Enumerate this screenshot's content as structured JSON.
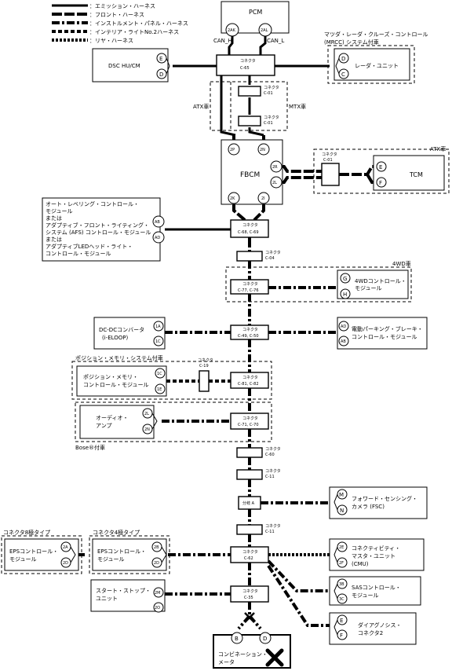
{
  "legend": [
    {
      "style": "w1",
      "label": "：エミッション・ハーネス"
    },
    {
      "style": "w2",
      "label": "：フロント・ハーネス"
    },
    {
      "style": "w3",
      "label": "：インストルメント・パネル・ハーネス"
    },
    {
      "style": "w4",
      "label": "：インテリア・ライトNo.2ハーネス"
    },
    {
      "style": "w5",
      "label": "：リヤ・ハーネス"
    }
  ],
  "joint_label": "コネクタ",
  "pcm": {
    "title": "PCM",
    "pin_left": "2AK",
    "pin_right": "2AL",
    "can_h": "CAN_H",
    "can_l": "CAN_L"
  },
  "c65": "C-65",
  "dsc": {
    "title": "DSC HU/CM",
    "pin1": "E",
    "pin2": "D"
  },
  "mrcc": {
    "note_line1": "マツダ・レーダ・クルーズ・コントロール",
    "note_line2": "(MRCC) システム付車",
    "title": "レーダ・ユニット",
    "pin1": "D",
    "pin2": "C"
  },
  "c01_top": "C-01",
  "c01_bot": "C-01",
  "atx_label": "ATX車",
  "mtx_label": "MTX車",
  "fbcm": {
    "title": "FBCM",
    "pin_2p": "2P",
    "pin_2n": "2N",
    "pin_2r": "2R",
    "pin_2l": "2L",
    "pin_2k": "2K",
    "pin_2i": "2I"
  },
  "tcm": {
    "note": "ATX車",
    "joint_code": "C-01",
    "title": "TCM",
    "pin1": "E",
    "pin2": "F"
  },
  "leveling": {
    "line1": "オート・レベリング・コントロール・",
    "line2": "モジュール",
    "line3": "または",
    "line4": "アダプティブ・フロント・ライティング・",
    "line5": "システム (AFS) コントロール・モジュール",
    "line6": "または",
    "line7": "アダプティブLEDヘッド・ライト・",
    "line8": "コントロール・モジュール",
    "pin1": "AB",
    "pin2": "AD"
  },
  "c68": "C-68, C-69",
  "c04": "C-04",
  "awd": {
    "note": "4WD車",
    "joint_code": "C-77, C-76",
    "line1": "4WDコントロール・",
    "line2": "モジュール",
    "pin1": "G",
    "pin2": "H"
  },
  "dcdc": {
    "line1": "DC-DCコンバータ",
    "line2": "(i-ELOOP)",
    "pin1": "1A",
    "pin2": "1C"
  },
  "c49": "C-49, C-50",
  "epb": {
    "line1": "電動パーキング・ブレーキ・",
    "line2": "コントロール・モジュール",
    "pin1": "AD",
    "pin2": "AB"
  },
  "memory": {
    "note": "ポジション・メモリ・システム付車",
    "line1": "ポジション・メモリ・",
    "line2": "コントロール・モジュール",
    "pin1": "1C",
    "pin2": "1E",
    "c19_code": "C-19"
  },
  "c81": "C-81, C-82",
  "audio": {
    "line1": "オーディオ・",
    "line2": "アンプ",
    "pin1": "2L",
    "pin2": "2N",
    "note": "Bose®付車"
  },
  "c71": "C-71, C-70",
  "c60": "C-60",
  "c11_top": "C-11",
  "branch_a": "分岐 A",
  "fsc": {
    "line1": "フォワード・センシング・",
    "line2": "カメラ (FSC)",
    "pin1": "M",
    "pin2": "N"
  },
  "c11_bot": "C-11",
  "eps8": {
    "note": "コネクタ8極タイプ",
    "line1": "EPSコントロール・",
    "line2": "モジュール",
    "pin1": "2A",
    "pin2": "2D"
  },
  "eps4": {
    "note": "コネクタ4極タイプ",
    "line1": "EPSコントロール・",
    "line2": "モジュール",
    "pin1": "2B",
    "pin2": "2D"
  },
  "c62": "C-62",
  "cmu": {
    "line1": "コネクティビティ・",
    "line2": "マスタ・ユニット",
    "line3": "(CMU)",
    "pin1": "2E",
    "pin2": "2F"
  },
  "sas": {
    "line1": "SASコントロール・",
    "line2": "モジュール",
    "pin1": "3B",
    "pin2": "3C"
  },
  "startstop": {
    "line1": "スタート・ストップ・",
    "line2": "ユニット",
    "pin1": "2M",
    "pin2": "2O"
  },
  "c35": "C-35",
  "diag": {
    "line1": "ダイアグノシス・",
    "line2": "コネクタ2",
    "pin1": "E",
    "pin2": "F"
  },
  "meter": {
    "line1": "コンビネーション・",
    "line2": "メータ",
    "pin1": "B",
    "pin2": "D"
  }
}
